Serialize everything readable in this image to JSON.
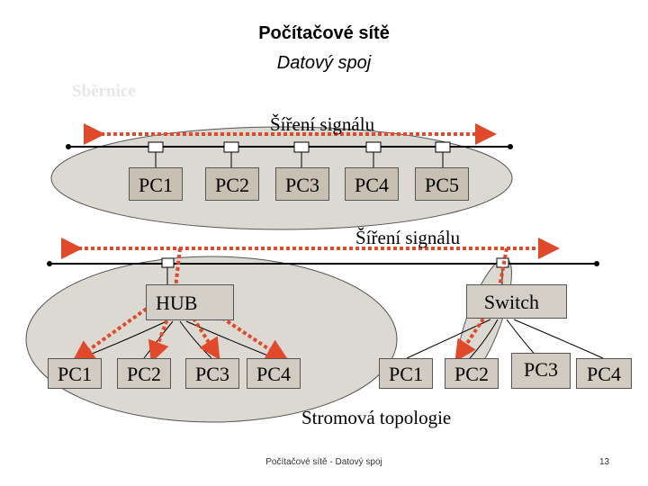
{
  "header": {
    "title": "Počítačové sítě",
    "subtitle": "Datový spoj"
  },
  "bus_section": {
    "label": "Sběrnice",
    "signal_label": "Šíření signálu",
    "pcs": [
      "PC1",
      "PC2",
      "PC3",
      "PC4",
      "PC5"
    ]
  },
  "tree_section": {
    "signal_label": "Šíření signálu",
    "hub_label": "HUB",
    "switch_label": "Switch",
    "hub_pcs": [
      "PC1",
      "PC2",
      "PC3",
      "PC4"
    ],
    "switch_pcs": [
      "PC1",
      "PC2",
      "PC3",
      "PC4"
    ],
    "caption": "Stromová topologie"
  },
  "footer": {
    "text": "Počítačové sítě - Datový spoj",
    "page_number": "13"
  },
  "colors": {
    "arrow": "#e04a2a",
    "ellipse_fill": "#dcd8d2",
    "box_fill": "#c8c0b3",
    "bus_label": "#e8e6e6"
  }
}
